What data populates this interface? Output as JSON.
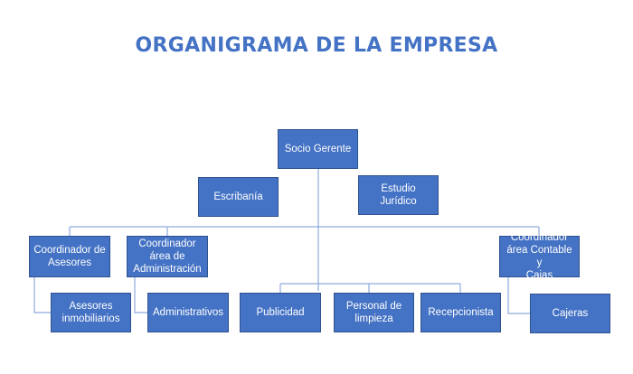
{
  "title": "ORGANIGRAMA DE LA EMPRESA",
  "colors": {
    "box": "#4472c4",
    "box_border": "#2f528f",
    "connector": "#8faadc",
    "title": "#4472c4"
  },
  "nodes": {
    "socio_gerente": "Socio Gerente",
    "escribania": "Escribanía",
    "estudio_juridico": "Estudio Jurídico",
    "coord_asesores": "Coordinador de\nAsesores",
    "coord_administracion": "Coordinador\nárea de\nAdministración",
    "coord_contable": "Coordinador\nárea Contable y\nCajas",
    "asesores": "Asesores\ninmobiliarios",
    "administrativos": "Administrativos",
    "publicidad": "Publicidad",
    "personal_limpieza": "Personal de\nlimpieza",
    "recepcionista": "Recepcionista",
    "cajeras": "Cajeras"
  }
}
